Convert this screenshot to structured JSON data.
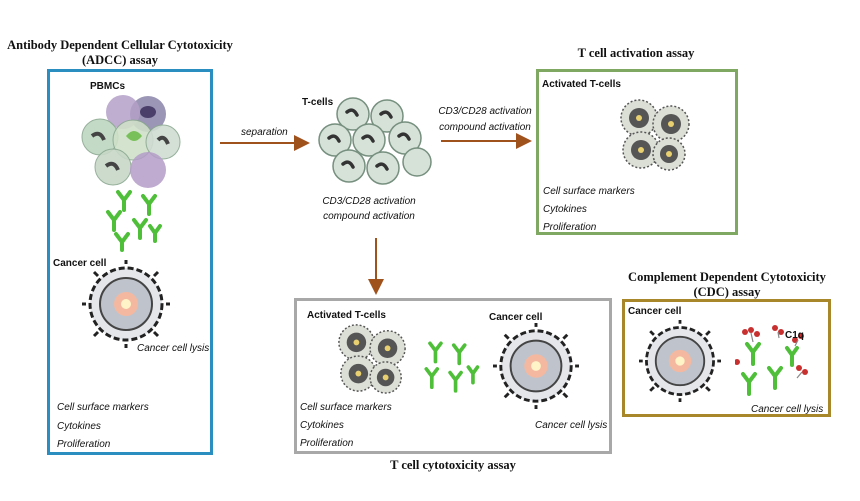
{
  "adcc": {
    "title_line1": "Antibody Dependent Cellular Cytotoxicity",
    "title_line2": "(ADCC) assay",
    "pbmc_label": "PBMCs",
    "cancer_label": "Cancer cell",
    "lysis_label": "Cancer cell lysis",
    "readouts": [
      "Cell surface markers",
      "Cytokines",
      "Proliferation"
    ],
    "border_color": "#2a8fc0"
  },
  "tcells": {
    "label": "T-cells",
    "arrow_separation": "separation",
    "activation_line1": "CD3/CD28 activation",
    "activation_line2": "compound activation"
  },
  "activation_assay": {
    "title": "T cell activation assay",
    "arrow_line1": "CD3/CD28 activation",
    "arrow_line2": "compound activation",
    "box_label": "Activated T-cells",
    "readouts": [
      "Cell surface markers",
      "Cytokines",
      "Proliferation"
    ],
    "border_color": "#7fa862"
  },
  "cytotoxicity_assay": {
    "title": "T cell cytotoxicity assay",
    "activated_label": "Activated T-cells",
    "cancer_label": "Cancer cell",
    "readouts": [
      "Cell surface markers",
      "Cytokines",
      "Proliferation"
    ],
    "lysis_label": "Cancer cell lysis",
    "border_color": "#a8a8a8"
  },
  "cdc": {
    "title_line1": "Complement Dependent Cytotoxicity",
    "title_line2": "(CDC) assay",
    "cancer_label": "Cancer cell",
    "c1q_label": "C1q",
    "lysis_label": "Cancer cell lysis",
    "border_color": "#a8862a"
  },
  "colors": {
    "arrow": "#a0521d",
    "antibody": "#4fbf3a",
    "c1q": "#c83030"
  }
}
